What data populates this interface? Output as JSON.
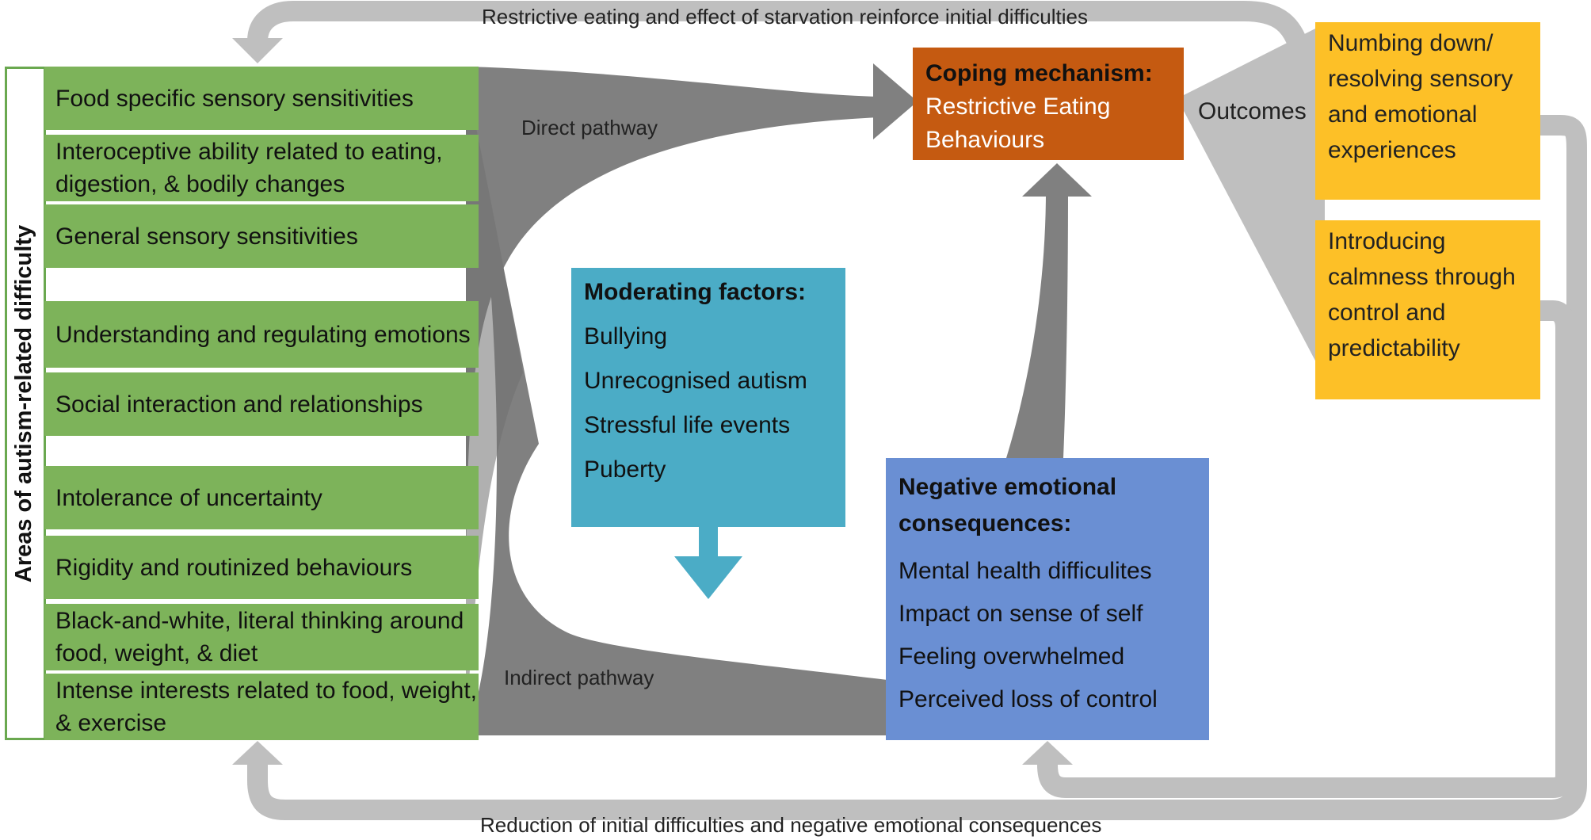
{
  "diagram": {
    "top_feedback_label": "Restrictive eating and effect of starvation reinforce initial difficulties",
    "bottom_feedback_label": "Reduction of initial difficulties and negative emotional consequences",
    "side_label": "Areas of autism-related difficulty",
    "areas": [
      "Food specific sensory sensitivities",
      "Interoceptive ability related to eating, digestion, & bodily changes",
      "General sensory sensitivities",
      "Understanding and regulating emotions",
      "Social interaction and relationships",
      "Intolerance of uncertainty",
      "Rigidity and routinized behaviours",
      "Black-and-white, literal thinking around food, weight, & diet",
      "Intense interests related to food, weight, & exercise"
    ],
    "direct_pathway_label": "Direct pathway",
    "indirect_pathway_label": "Indirect pathway",
    "coping": {
      "title": "Coping mechanism:",
      "body": "Restrictive Eating Behaviours"
    },
    "outcomes_label": "Outcomes",
    "outcomes": [
      "Numbing down/ resolving sensory and emotional experiences",
      "Introducing calmness through control and predictability"
    ],
    "moderating": {
      "title": "Moderating factors:",
      "items": [
        "Bullying",
        "Unrecognised autism",
        "Stressful life events",
        "Puberty"
      ]
    },
    "negative": {
      "title": "Negative emotional consequences:",
      "items": [
        "Mental health difficulites",
        "Impact on sense of self",
        "Feeling overwhelmed",
        "Perceived loss of control"
      ]
    },
    "colors": {
      "green": "#7db35a",
      "green_border": "#6aa84f",
      "orange": "#c55a11",
      "teal": "#4bacc6",
      "blue": "#6a8fd3",
      "yellow": "#fdc027",
      "dark_gray": "#808080",
      "light_gray": "#bfbfbf"
    }
  }
}
